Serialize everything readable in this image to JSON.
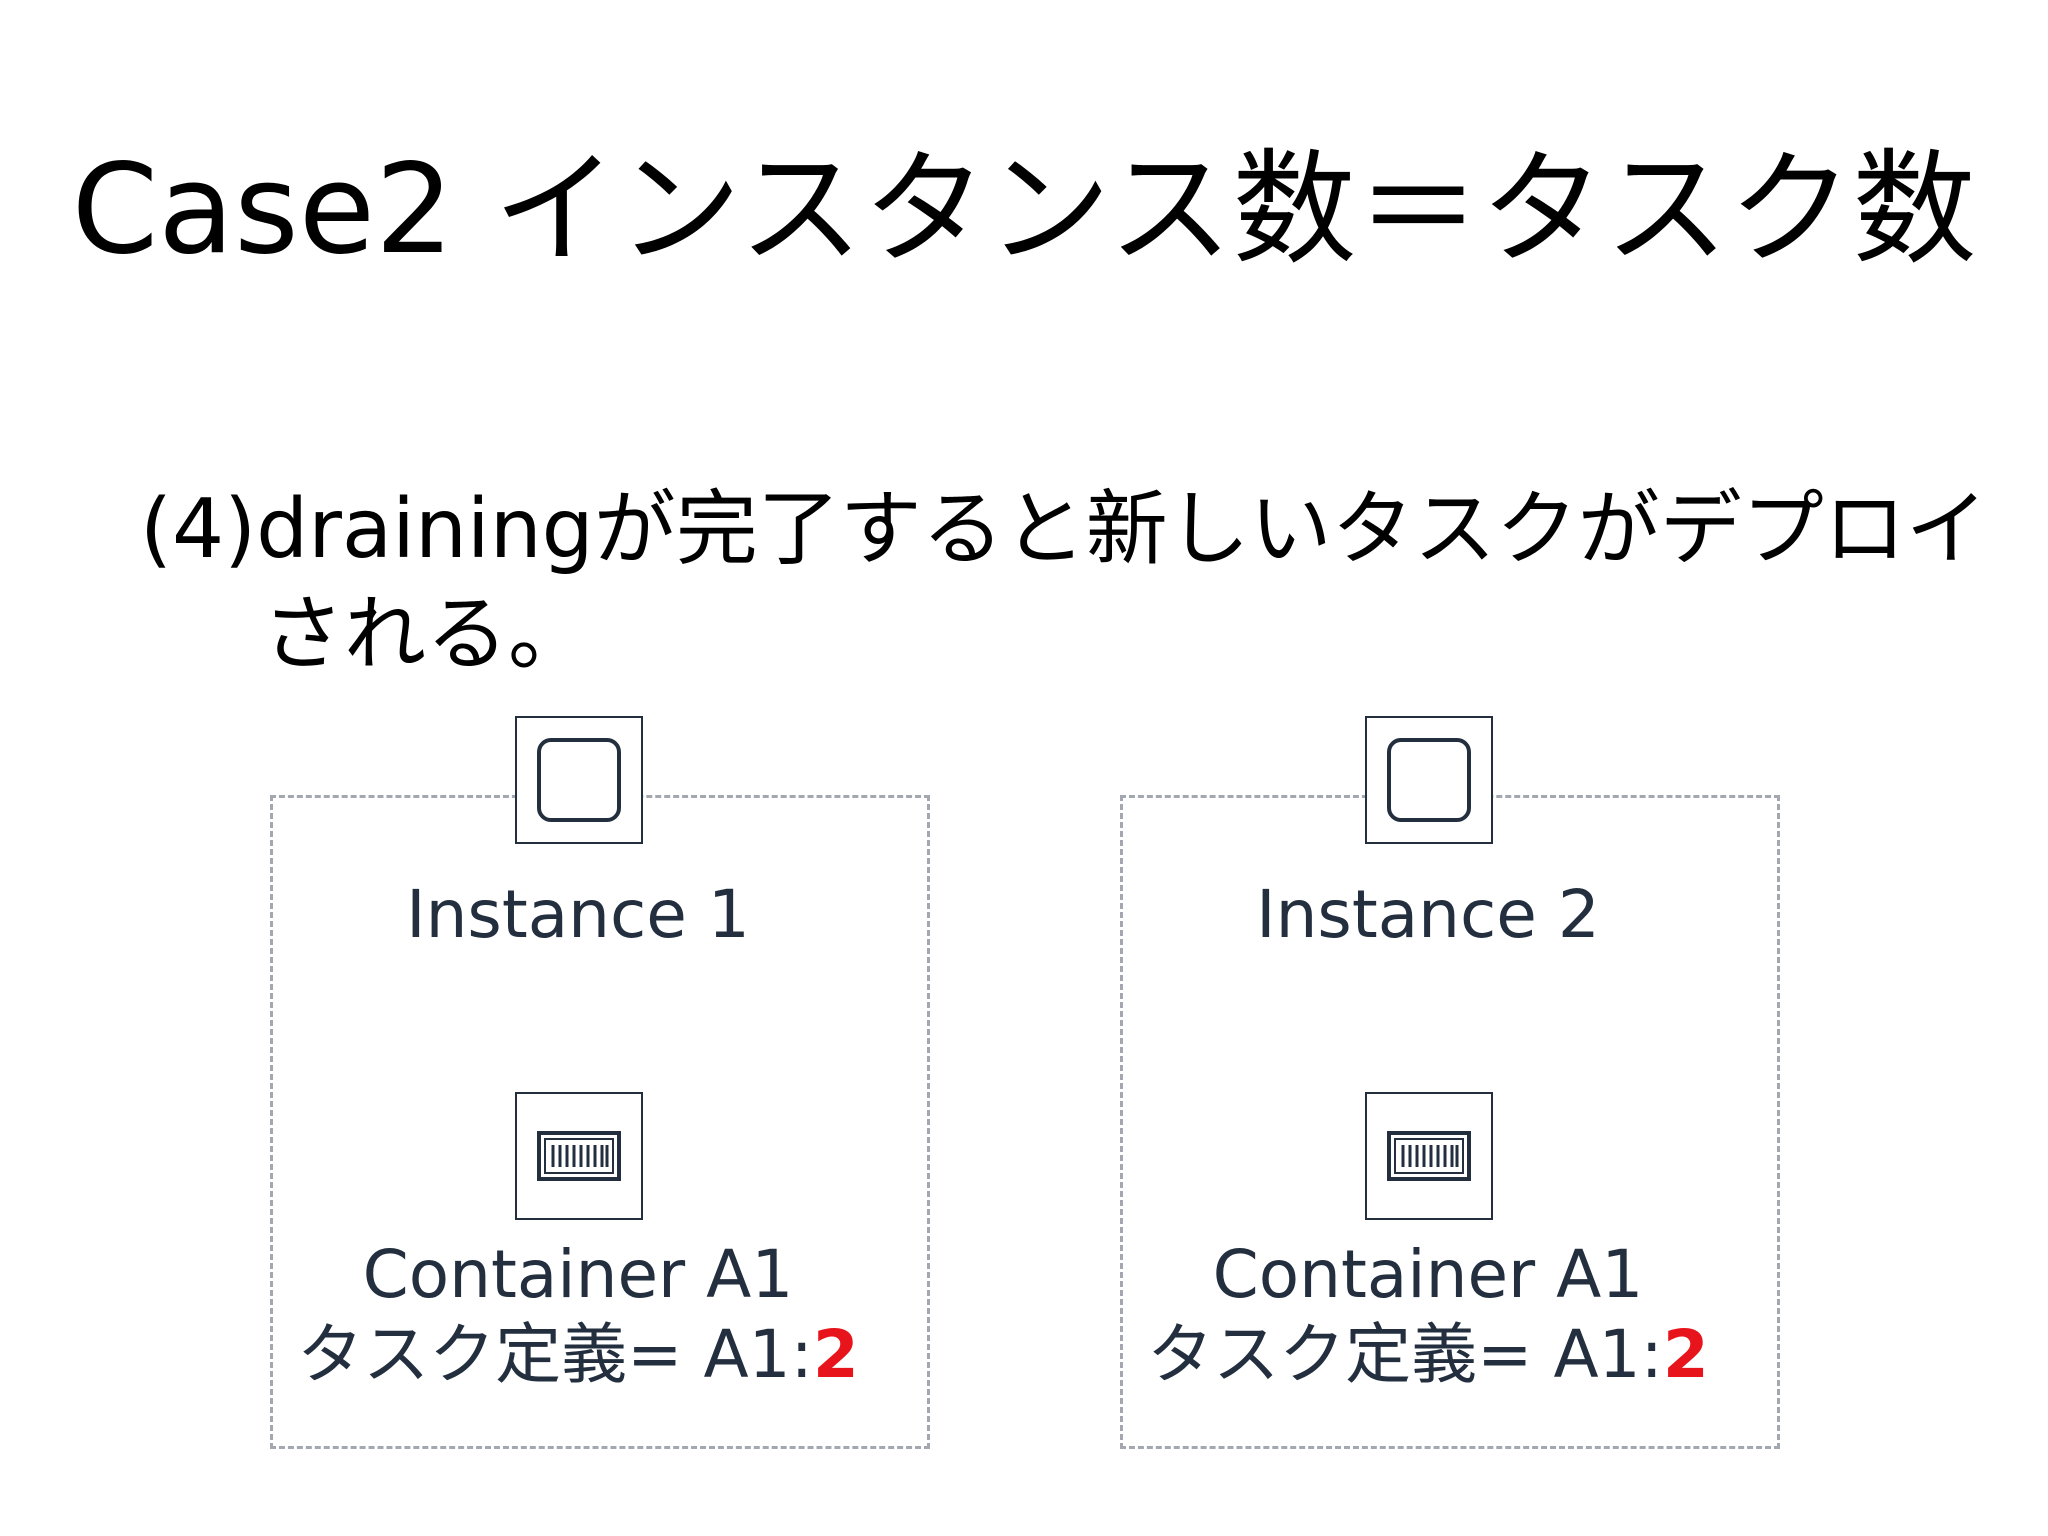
{
  "title": "Case2 インスタンス数＝タスク数",
  "bullet": {
    "line1": "(4)drainingが完了すると新しいタスクがデプロイ",
    "line2": "される。"
  },
  "instances": [
    {
      "name": "Instance 1",
      "container_name": "Container A1",
      "task_def_prefix": "タスク定義= A1:",
      "task_def_revision": "2"
    },
    {
      "name": "Instance 2",
      "container_name": "Container A1",
      "task_def_prefix": "タスク定義= A1:",
      "task_def_revision": "2"
    }
  ],
  "icons": {
    "instance": "ec2-instance-icon",
    "container": "container-icon"
  },
  "colors": {
    "text": "#000000",
    "label": "#232f3e",
    "border_dashed": "#a3a8b0",
    "revision_highlight": "#e8141b"
  }
}
